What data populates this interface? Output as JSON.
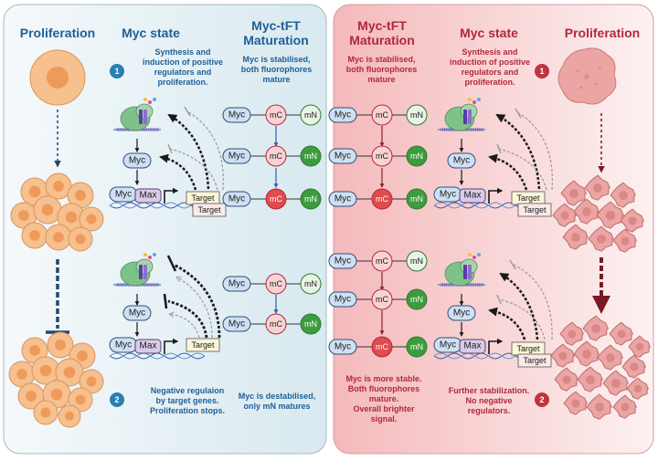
{
  "left_panel": {
    "proliferation_header": "Proliferation",
    "myc_state_header": "Myc state",
    "maturation_header_line1": "Myc-tFT",
    "maturation_header_line2": "Maturation",
    "step1_badge": "1",
    "step1_state_text": [
      "Synthesis and",
      "induction of  positive",
      "regulators and",
      "proliferation."
    ],
    "step1_maturation_text": [
      "Myc is stabilised,",
      "both fluorophores",
      "mature"
    ],
    "step2_badge": "2",
    "step2_state_text": [
      "Negative regulaion",
      "by  target genes.",
      "Proliferation stops."
    ],
    "step2_maturation_text": [
      "Myc is destabilised,",
      "only mN matures"
    ]
  },
  "right_panel": {
    "maturation_header_line1": "Myc-tFT",
    "maturation_header_line2": "Maturation",
    "myc_state_header": "Myc state",
    "proliferation_header": "Proliferation",
    "step1_badge": "1",
    "step1_state_text": [
      "Synthesis and",
      "induction of  positive",
      "regulators and",
      "proliferation."
    ],
    "step1_maturation_text": [
      "Myc is stabilised,",
      "both fluorophores",
      "mature"
    ],
    "step2_badge": "2",
    "step2_state_text": [
      "Further stabilization.",
      "No negative",
      "regulators."
    ],
    "step2_maturation_text": [
      "Myc is more stable.",
      "Both fluorophores",
      "mature.",
      "Overall brighter",
      "signal."
    ]
  },
  "labels": {
    "myc": "Myc",
    "max": "Max",
    "target": "Target",
    "mc": "mC",
    "mn": "mN"
  },
  "colors": {
    "left_bg": "#e4f0f5",
    "right_bg": "#f7dada",
    "blue_text": "#1f5f97",
    "red_text": "#b3283a",
    "myc_fill": "#cfe0f3",
    "cell_orange": "#f6c08f",
    "cell_nucleus": "#ef9a5a",
    "cell_pink": "#eca5a3",
    "mc_bright": "#e04b4b",
    "mc_pale": "#f7d3d3",
    "mn_bright": "#3d9c3d",
    "mn_pale": "#e9f3e7"
  }
}
